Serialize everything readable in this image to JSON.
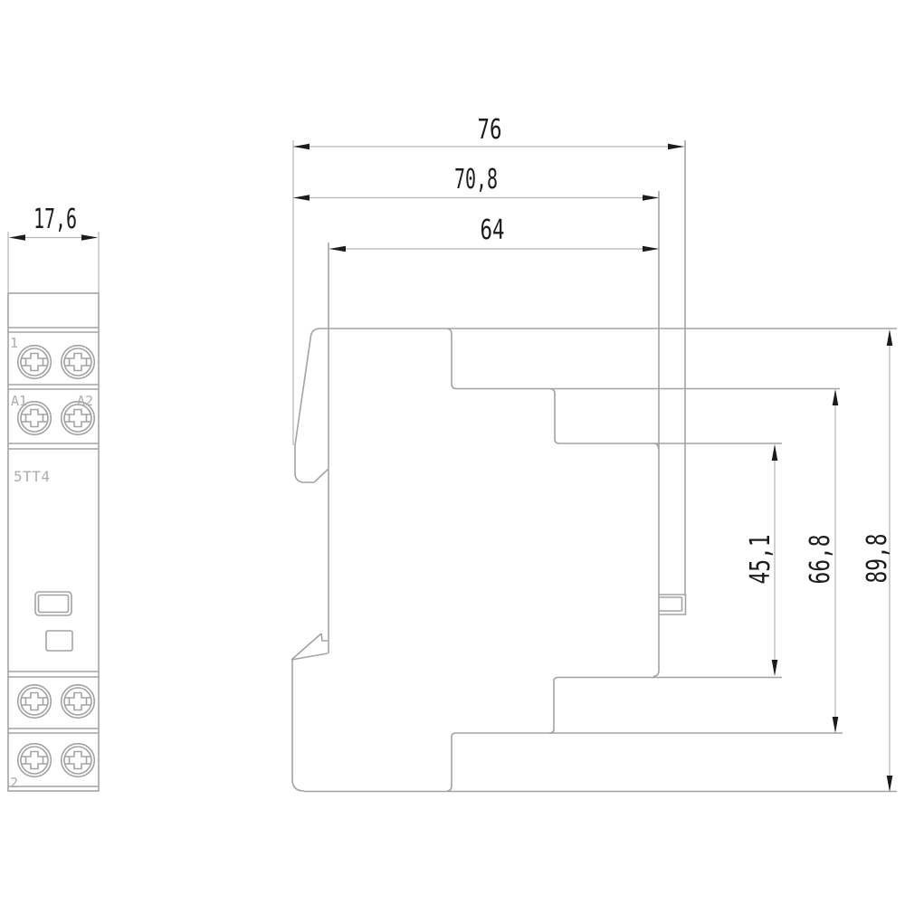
{
  "labels": {
    "product": "5TT4",
    "terminal_top": "1",
    "coil_left": "A1",
    "coil_right": "A2",
    "terminal_bottom": "2"
  },
  "dimensions": {
    "front_width": "17,6",
    "depth_total": "76",
    "depth_upper": "70,8",
    "depth_body": "64",
    "height_rail_section": "45,1",
    "height_back_section": "66,8",
    "height_total": "89,8"
  },
  "colors": {
    "background": "#ffffff",
    "outline": "#a3a3a3",
    "dimension_line": "#b4b4b4",
    "dimension_text": "#1c1c1c",
    "label_text": "#adadad"
  }
}
